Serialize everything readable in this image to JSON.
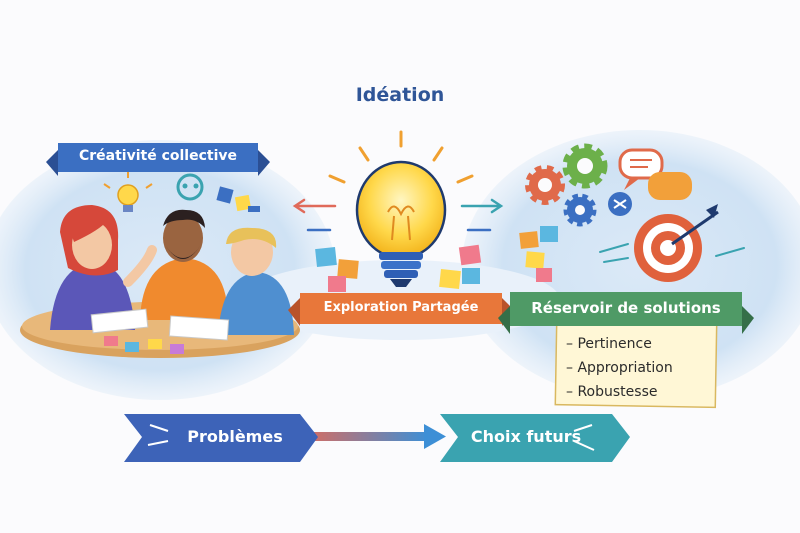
{
  "title": "Idéation",
  "left_panel": {
    "label": "Créativité collective"
  },
  "center_panel": {
    "label": "Exploration Partagée"
  },
  "right_panel": {
    "label": "Réservoir de solutions",
    "criteria": [
      "Pertinence",
      "Appropriation",
      "Robustesse"
    ]
  },
  "flow": {
    "start_label": "Problèmes",
    "end_label": "Choix futurs"
  },
  "colors": {
    "title": "#2f5597",
    "left_ribbon": "#3b6fc2",
    "center_ribbon": "#e8773a",
    "right_ribbon": "#4f9a66",
    "problems_ribbon": "#3d63b8",
    "choices_ribbon": "#3aa3b0",
    "lightbulb": "#ffd84a",
    "target": "#e0613c"
  },
  "icons": [
    "lightbulb-icon",
    "gear-icon",
    "speech-bubble-icon",
    "target-icon",
    "sticky-note-icon",
    "people-icon",
    "arrow-icon"
  ]
}
